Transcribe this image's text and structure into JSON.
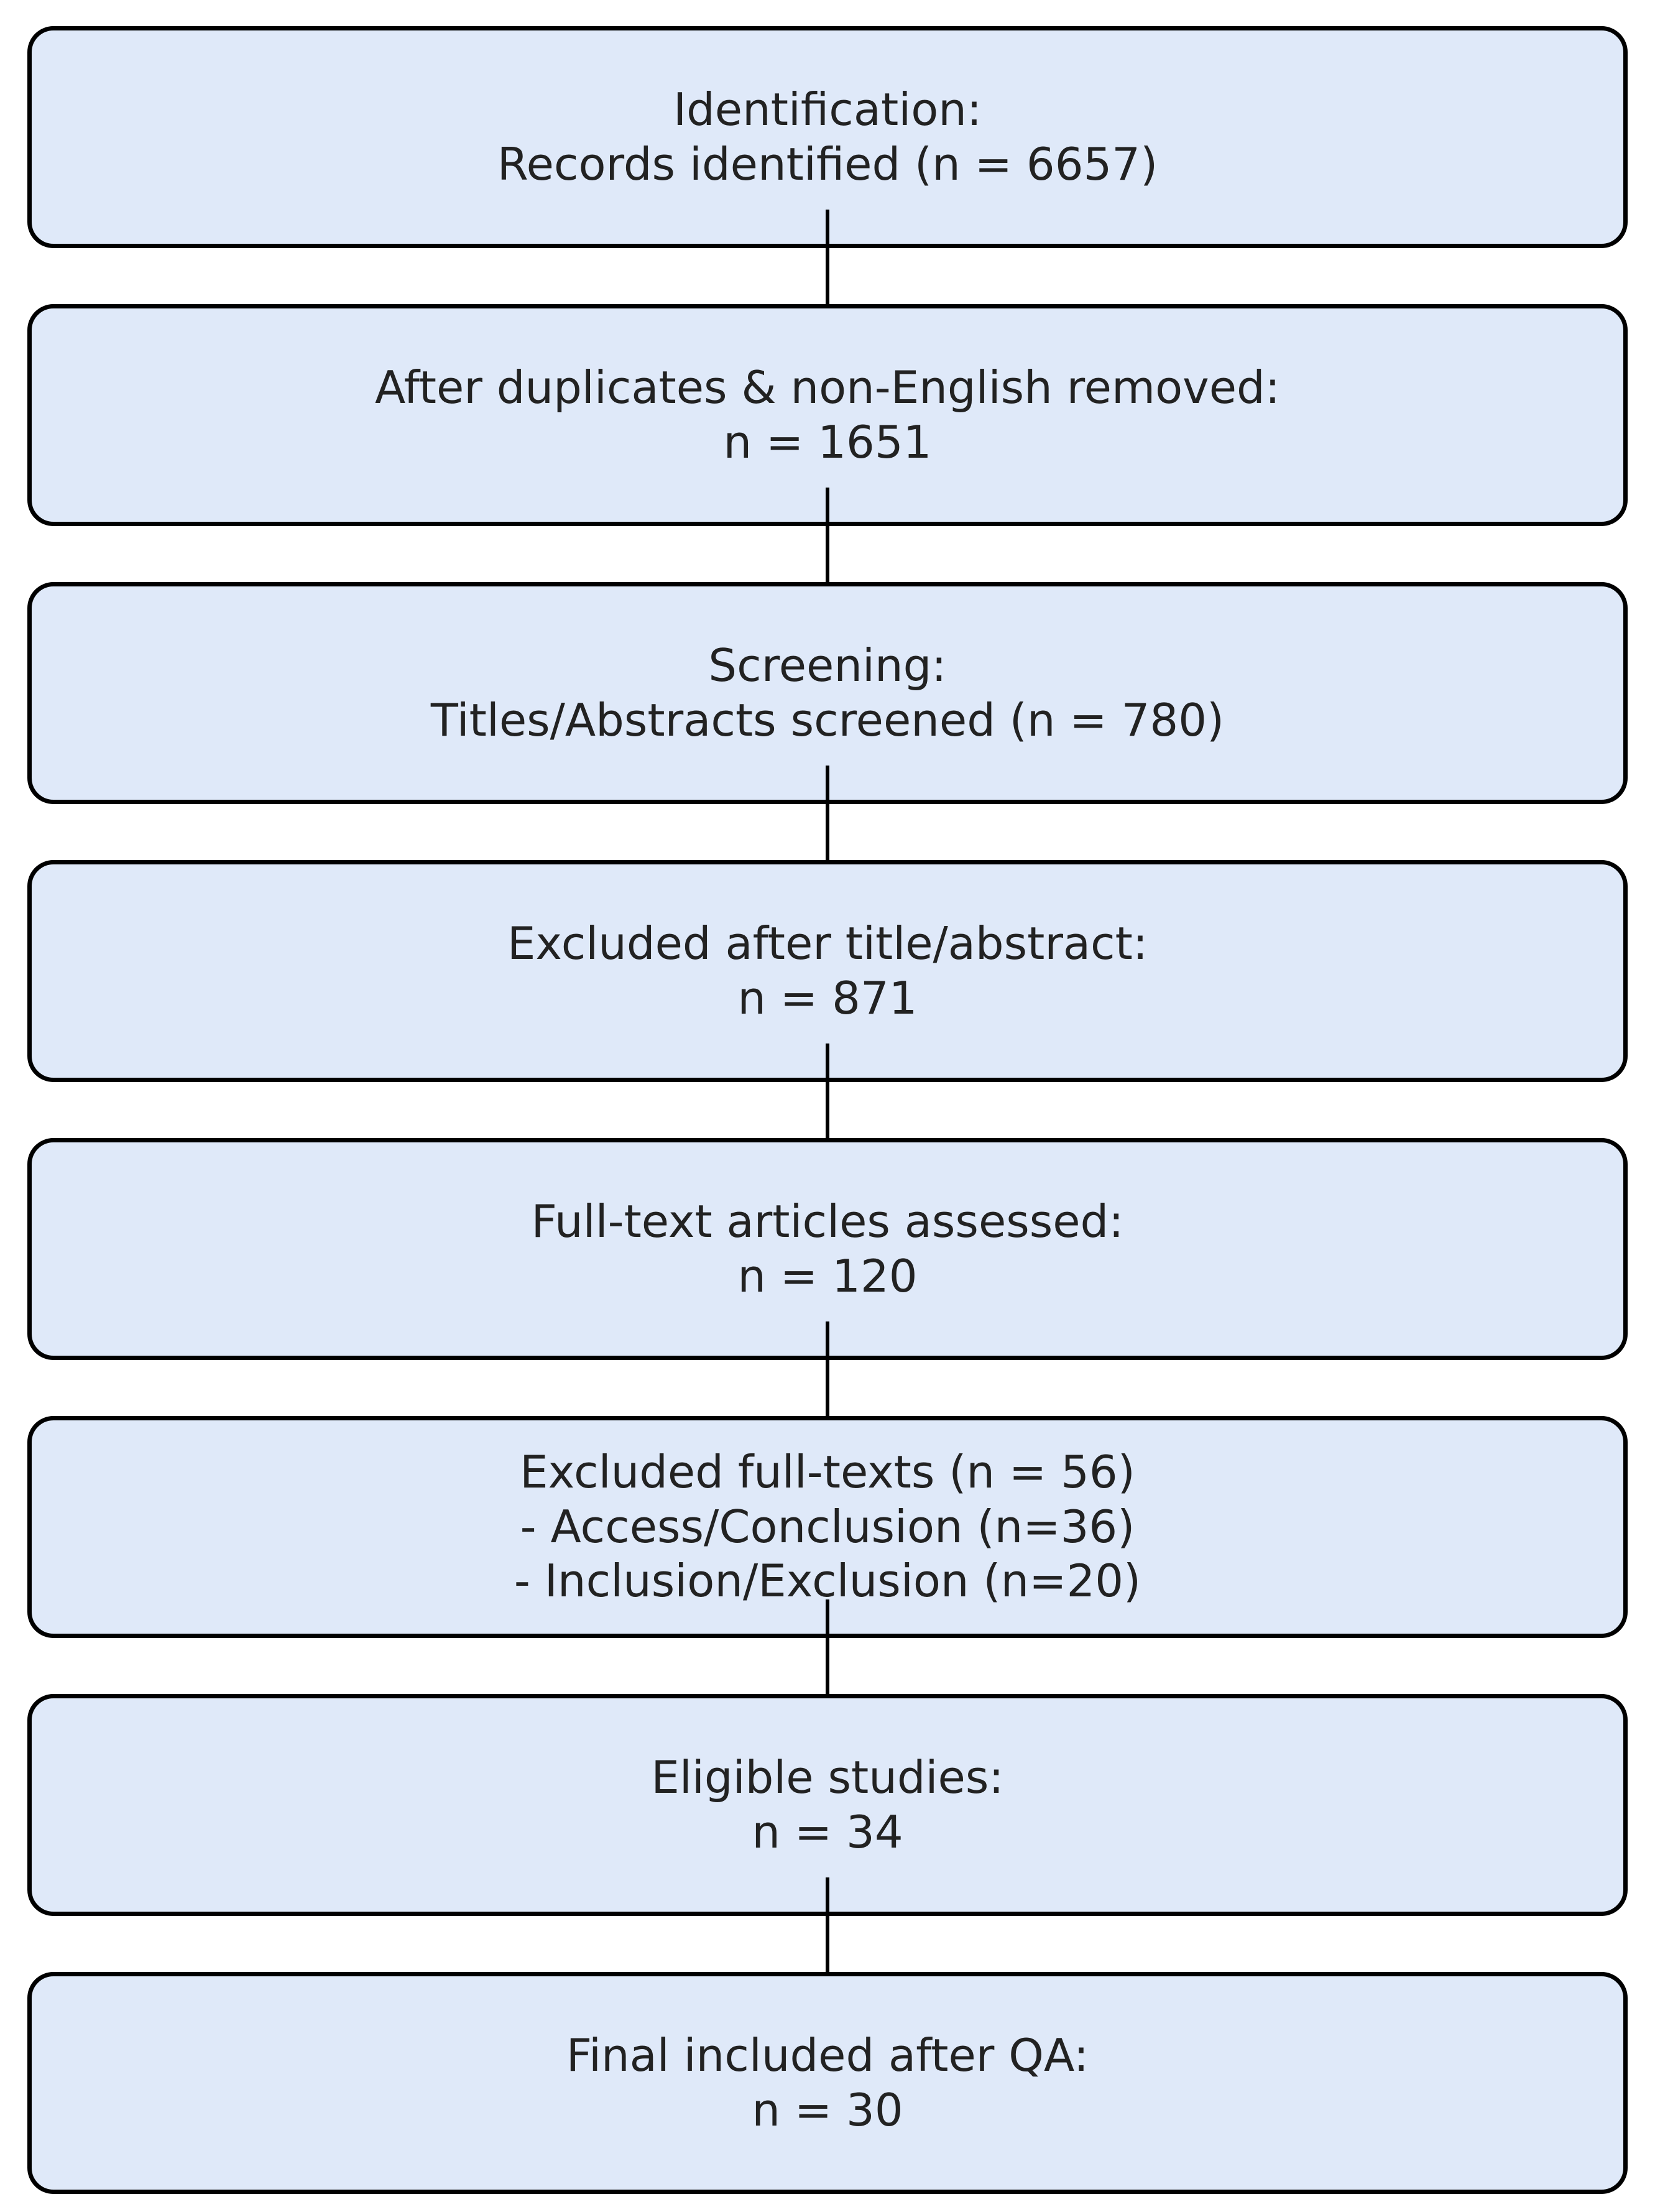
{
  "diagram": {
    "type": "flowchart",
    "direction": "top-down",
    "colors": {
      "background": "#ffffff",
      "box_fill": "#dfe9f9",
      "box_border": "#000000",
      "arrow": "#000000",
      "text": "#222222"
    },
    "nodes": [
      {
        "id": "identification",
        "lines": [
          "Identification:",
          "Records identified (n = 6657)"
        ]
      },
      {
        "id": "duplicates-removed",
        "lines": [
          "After duplicates & non-English removed:",
          "n = 1651"
        ]
      },
      {
        "id": "screening",
        "lines": [
          "Screening:",
          "Titles/Abstracts screened (n = 780)"
        ]
      },
      {
        "id": "excluded-title-abstract",
        "lines": [
          "Excluded after title/abstract:",
          "n = 871"
        ]
      },
      {
        "id": "fulltext-assessed",
        "lines": [
          "Full-text articles assessed:",
          "n = 120"
        ]
      },
      {
        "id": "excluded-fulltexts",
        "lines": [
          "Excluded full-texts (n = 56)",
          "- Access/Conclusion (n=36)",
          "- Inclusion/Exclusion (n=20)"
        ]
      },
      {
        "id": "eligible-studies",
        "lines": [
          "Eligible studies:",
          "n = 34"
        ]
      },
      {
        "id": "final-included",
        "lines": [
          "Final included after QA:",
          "n = 30"
        ]
      }
    ],
    "edges": [
      {
        "from": "identification",
        "to": "duplicates-removed"
      },
      {
        "from": "duplicates-removed",
        "to": "screening"
      },
      {
        "from": "screening",
        "to": "excluded-title-abstract"
      },
      {
        "from": "excluded-title-abstract",
        "to": "fulltext-assessed"
      },
      {
        "from": "fulltext-assessed",
        "to": "excluded-fulltexts"
      },
      {
        "from": "excluded-fulltexts",
        "to": "eligible-studies"
      },
      {
        "from": "eligible-studies",
        "to": "final-included"
      }
    ]
  }
}
